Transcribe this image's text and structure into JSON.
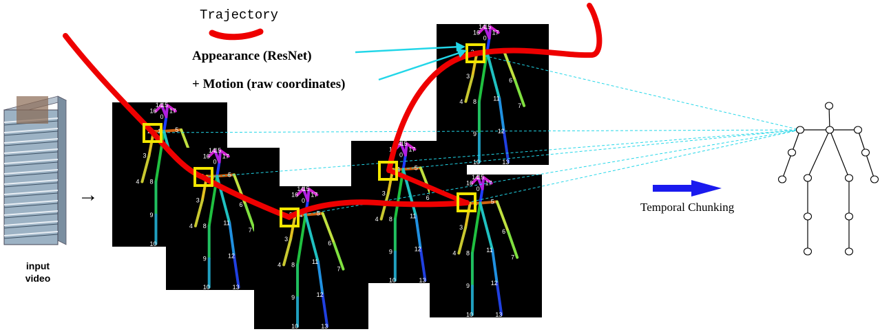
{
  "legend": {
    "trajectory_label": "Trajectory",
    "appearance_label": "Appearance (ResNet)",
    "motion_label": "+ Motion (raw coordinates)"
  },
  "input": {
    "line1": "input",
    "line2": "video",
    "arrow_glyph": "→"
  },
  "chunking": {
    "label": "Temporal Chunking"
  },
  "joint_labels": [
    "0",
    "1",
    "2",
    "3",
    "4",
    "5",
    "6",
    "7",
    "8",
    "9",
    "10",
    "11",
    "12",
    "13",
    "14",
    "15",
    "16",
    "17"
  ],
  "colors": {
    "trajectory": "#ee0000",
    "marker": "#f2e600",
    "link": "#22d6e8",
    "chunk_arrow": "#1a1aee",
    "frame_bg": "#000000"
  }
}
